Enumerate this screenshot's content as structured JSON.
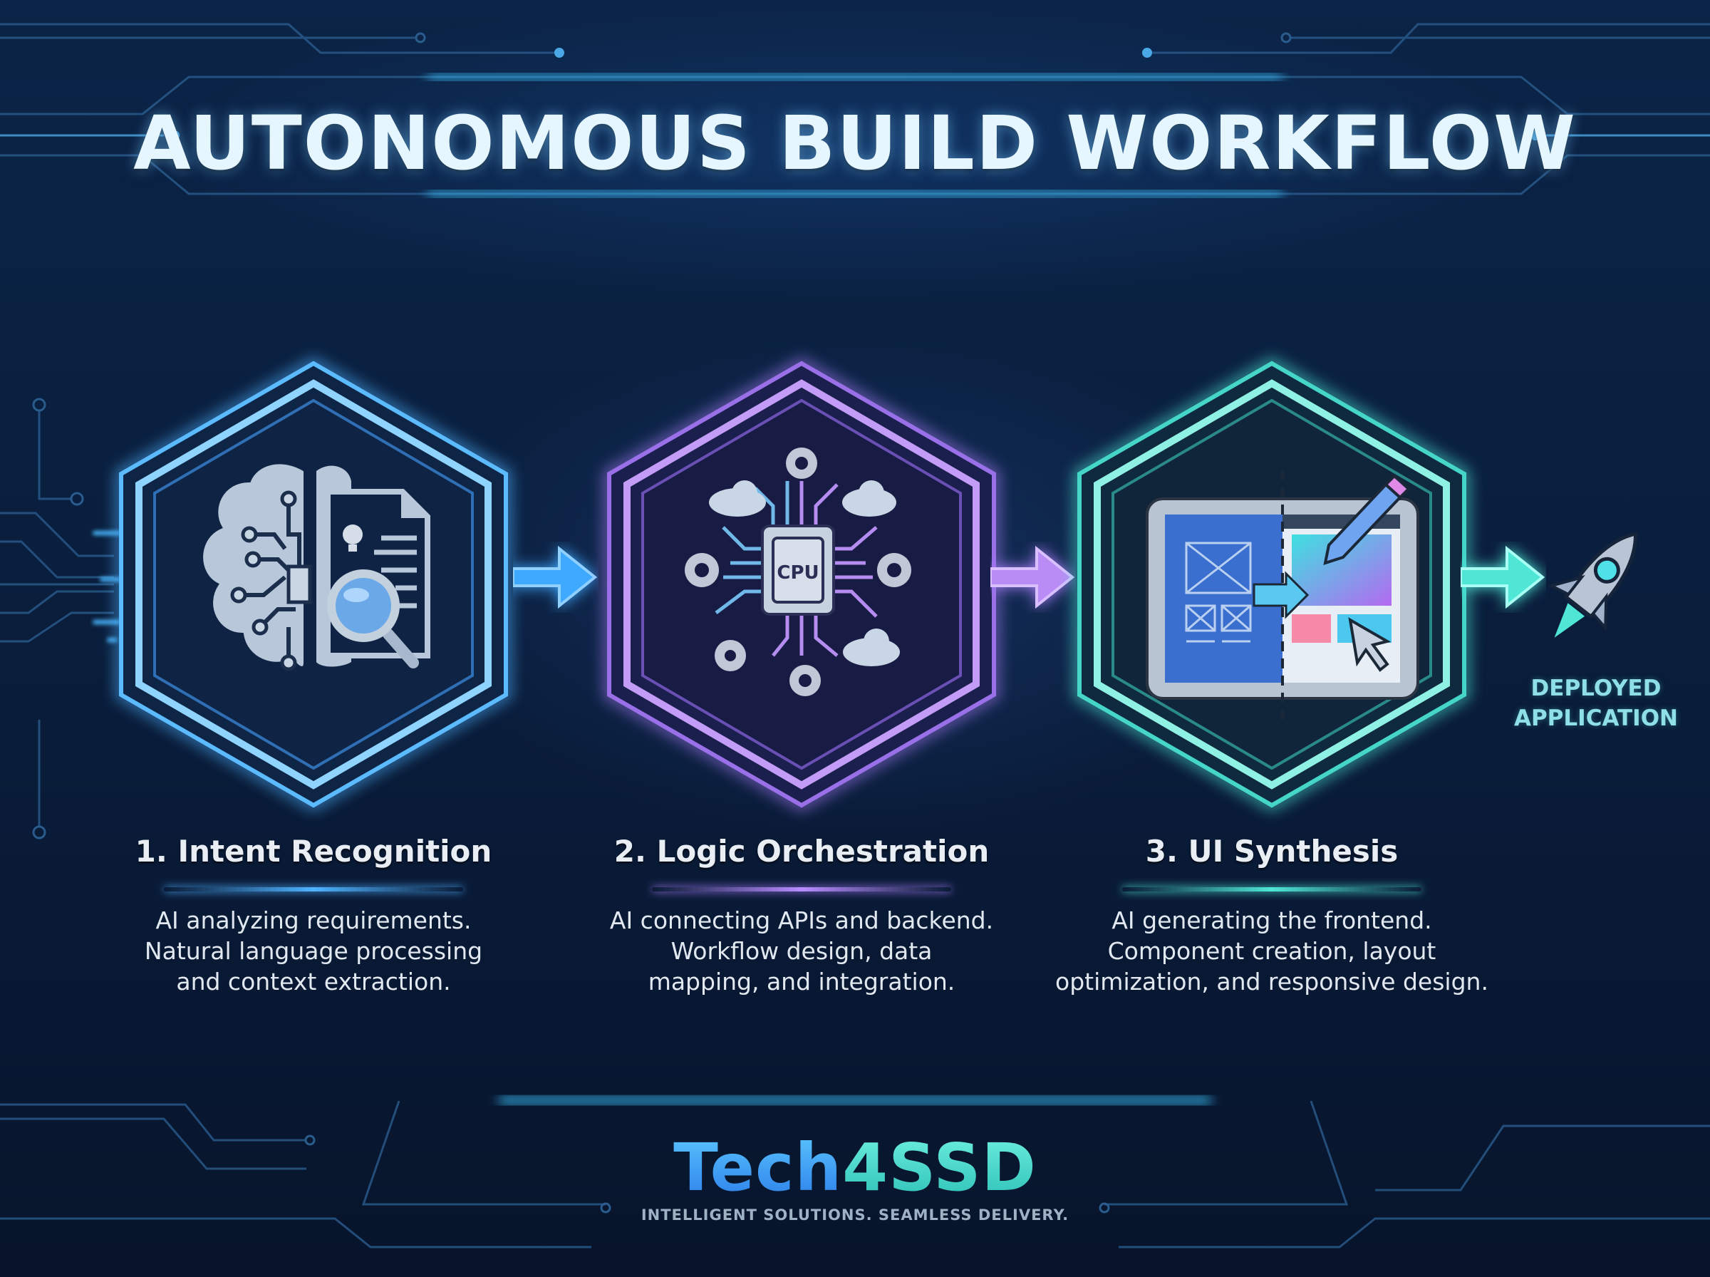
{
  "header": {
    "title": "AUTONOMOUS BUILD WORKFLOW"
  },
  "steps": [
    {
      "number": 1,
      "title": "1. Intent Recognition",
      "icon": "brain-document-magnifier-icon",
      "accent": "#4fb3ff",
      "description": [
        "AI analyzing requirements.",
        "Natural language processing",
        "and context extraction."
      ]
    },
    {
      "number": 2,
      "title": "2. Logic Orchestration",
      "icon": "cpu-gears-clouds-icon",
      "icon_label": "CPU",
      "accent": "#a77cf5",
      "description": [
        "AI connecting APIs and backend.",
        "Workflow design, data",
        "mapping, and integration."
      ]
    },
    {
      "number": 3,
      "title": "3. UI Synthesis",
      "icon": "tablet-wireframe-to-ui-icon",
      "accent": "#4fe6d6",
      "description": [
        "AI generating the frontend.",
        "Component creation, layout",
        "optimization, and responsive design."
      ]
    }
  ],
  "outcome": {
    "icon": "rocket-icon",
    "label_line1": "DEPLOYED",
    "label_line2": "APPLICATION",
    "accent": "#4fe6d6"
  },
  "footer": {
    "logo_part1": "Tech",
    "logo_part2": "4SSD",
    "tagline": "INTELLIGENT SOLUTIONS. SEAMLESS DELIVERY."
  },
  "colors": {
    "background": "#0a1f3d",
    "title_text": "#e6f6ff",
    "glow_blue": "#3cc8ff",
    "step1_blue": "#4fb3ff",
    "step2_purple": "#a77cf5",
    "step3_teal": "#4fe6d6"
  }
}
